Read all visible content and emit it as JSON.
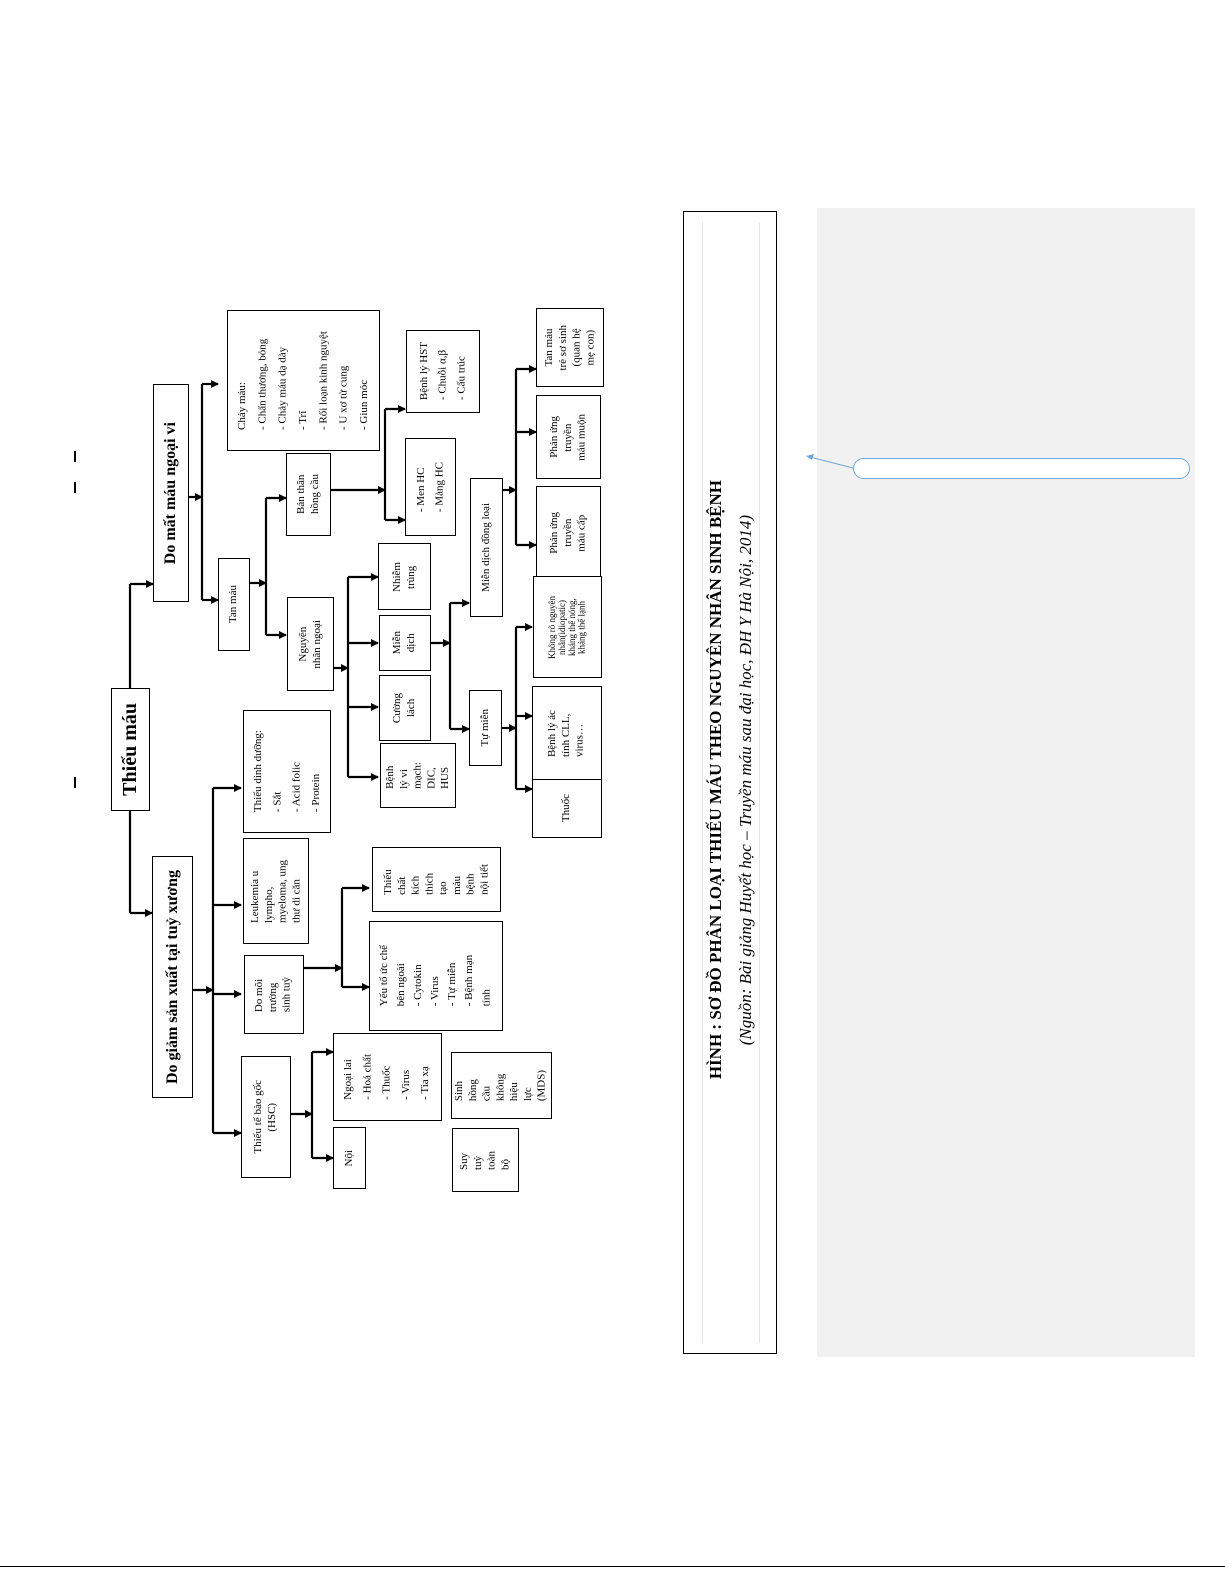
{
  "diagram": {
    "root": "Thiếu máu",
    "loss": "Do mất máu ngoại vi",
    "production": "Do giảm sản xuất tại tuỷ xương",
    "bleeding": "Chảy máu:\n- Chấn thương, bỏng\n- Chảy máu dạ dày\n- Trĩ\n- Rối loạn kinh nguyệt\n- U xơ tử cung\n- Giun móc",
    "hemolysis": "Tan máu",
    "rbc_itself": "Bản thân\nhồng cầu",
    "external": "Nguyên\nnhân ngoại",
    "enzyme_membrane": "- Men HC\n- Màng HC",
    "hemoglobin": "Bệnh lý HST\n- Chuỗi α,β\n- Cấu trúc",
    "infection": "Nhiễm\ntrùng",
    "immune": "Miễn\ndịch",
    "spleen": "Cường\nlách",
    "microvascular": "Bệnh\nlý vi\nmạch:\nDIC,\nHUS",
    "alloimmune": "Miễn dịch đồng loại",
    "autoimmune": "Tự miễn",
    "acute_transfusion": "Phản ứng\ntruyền\nmáu cấp",
    "delayed_transfusion": "Phản ứng\ntruyền\nmáu muộn",
    "newborn": "Tan máu\ntrẻ sơ sinh\n(quan hệ\nmẹ con)",
    "idiopathic": "Không rõ nguyên\nnhân(idiopatic)\nkháng thể nóng,\nkháng thể lạnh",
    "malignant": "Bệnh lý ác\ntính CLL,\nvirus…",
    "drug": "Thuốc",
    "nutrition": "Thiếu dinh dưỡng:\n- Sắt\n- Acid folic\n- Protein",
    "leukemia": "Leukemia u\nlympho,\nmyeloma, ung\nthư di căn",
    "marrow_env": "Do môi\ntrường\nsinh tuỷ",
    "stem_cell": "Thiếu tế bào gốc\n(HSC)",
    "exogenous": "Ngoại lai\n- Hoá chất\n- Thuốc\n- Virus\n- Tia xạ",
    "endogenous": "Nội",
    "inhibitors": "Yếu tố ức chế\nbên ngoài\n- Cytokin\n- Virus\n- Tự miễn\n- Bệnh mạn\ntính",
    "stimulus_lack": "Thiếu\nchất\nkích\nthích\ntạo\nmáu\nbệnh\nnội tiết",
    "mds": "Sinh\nhồng\ncầu\nkhông\nhiệu\nlực\n(MDS)",
    "aplasia": "Suy\ntuỷ\ntoàn\nbộ"
  },
  "caption": {
    "title": "HÌNH : SƠ ĐỒ PHÂN LOẠI THIẾU MÁU THEO NGUYÊN NHÂN SINH BỆNH",
    "source": "(Nguồn: Bài giảng Huyết học – Truyền máu sau đại học, ĐH Y Hà Nội, 2014)"
  },
  "colors": {
    "comment_accent": "#6fa8dc",
    "comment_pane": "#f1f1f1"
  }
}
